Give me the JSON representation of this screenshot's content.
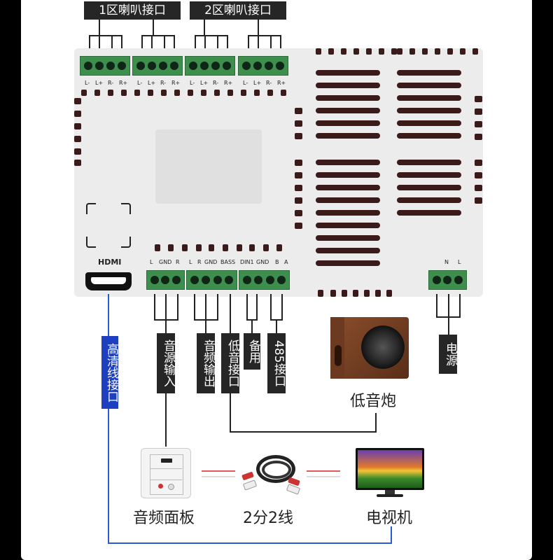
{
  "zone_labels": {
    "zone1": "1区喇叭接口",
    "zone2": "2区喇叭接口"
  },
  "top_pin_labels": [
    "L-",
    "L+",
    "R-",
    "R+",
    "L-",
    "L+",
    "R-",
    "R+",
    "L-",
    "L+",
    "R-",
    "R+",
    "L-",
    "L+",
    "R-",
    "R+"
  ],
  "bottom_pin_labels": {
    "audio_in": [
      "L",
      "GND",
      "R"
    ],
    "audio_out": [
      "L",
      "R",
      "GND",
      "BASS"
    ],
    "rs485": [
      "DIN1",
      "GND",
      "B",
      "A"
    ],
    "power": [
      "N",
      "L"
    ]
  },
  "hdmi_label": "HDMI",
  "tags": {
    "hdmi": "高清线接口",
    "audio_in": "音源输入",
    "audio_out": "音频输出",
    "bass": "低音接口",
    "spare": "备用",
    "rs485": "485接口",
    "power": "电源"
  },
  "captions": {
    "subwoofer": "低音炮",
    "panel": "音频面板",
    "cable": "2分2线",
    "tv": "电视机"
  }
}
